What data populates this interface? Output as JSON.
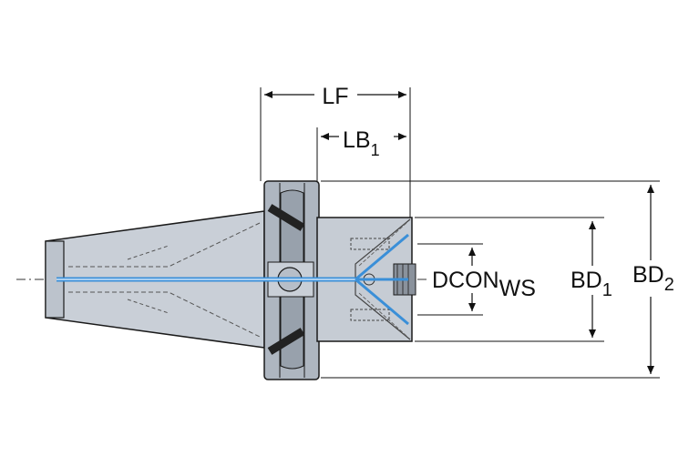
{
  "dimensions": {
    "lf": "LF",
    "lb1": {
      "base": "LB",
      "sub": "1"
    },
    "dcon": {
      "base": "DCON",
      "sub": "WS"
    },
    "bd1": {
      "base": "BD",
      "sub": "1"
    },
    "bd2": {
      "base": "BD",
      "sub": "2"
    }
  },
  "colors": {
    "body_fill": "#c6ccd4",
    "body_stroke": "#1a1a1a",
    "flange_fill": "#aeb6c0",
    "coolant": "#3a8fd8",
    "dim_line": "#111111"
  }
}
